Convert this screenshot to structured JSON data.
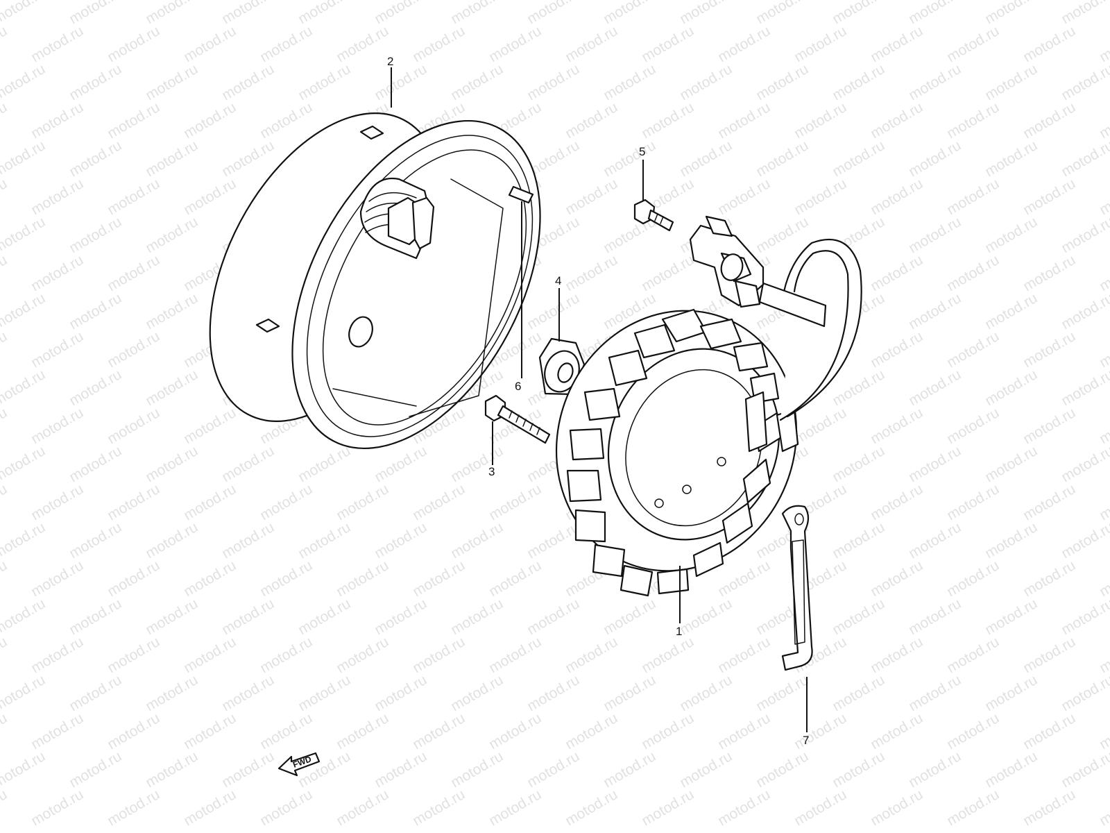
{
  "watermark": "motod.ru",
  "callouts": [
    {
      "id": "1",
      "label": "1"
    },
    {
      "id": "2",
      "label": "2"
    },
    {
      "id": "3",
      "label": "3"
    },
    {
      "id": "4",
      "label": "4"
    },
    {
      "id": "5",
      "label": "5"
    },
    {
      "id": "6",
      "label": "6"
    },
    {
      "id": "7",
      "label": "7"
    }
  ],
  "fwd_label": "FWD",
  "colors": {
    "ink": "#111111",
    "watermark": "#c9c9c9",
    "background": "#ffffff"
  }
}
